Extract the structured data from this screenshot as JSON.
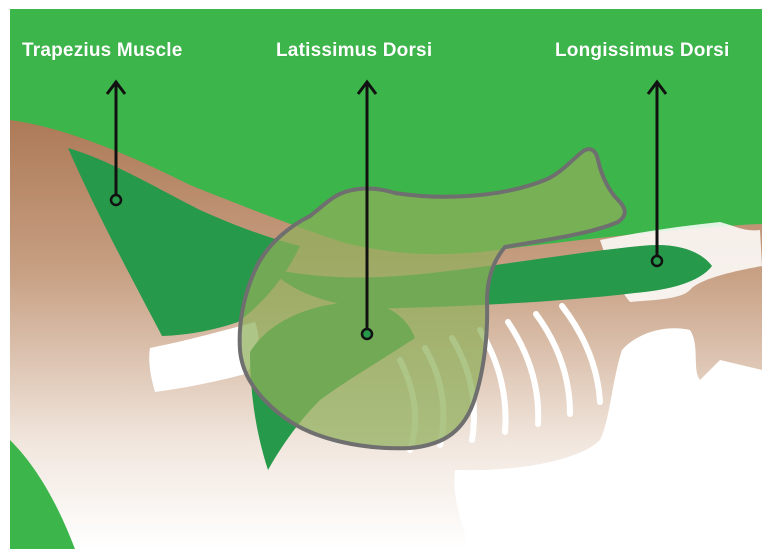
{
  "labels": {
    "trapezius": "Trapezius Muscle",
    "latissimus": "Latissimus Dorsi",
    "longissimus": "Longissimus Dorsi"
  },
  "colors": {
    "background_green": "#3cb54a",
    "muscle_green": "#26994a",
    "horse_brown": "#b78667",
    "saddle_fill": "#8fae5a",
    "saddle_outline": "#6f6f6f",
    "pointer": "#111111",
    "label_text": "#ffffff"
  }
}
